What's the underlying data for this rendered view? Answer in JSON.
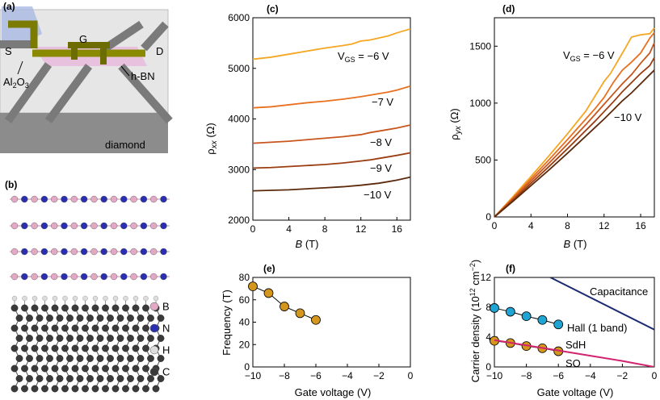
{
  "panels": {
    "a": {
      "label": "(a)",
      "labels": {
        "s": "S",
        "g": "G",
        "d": "D",
        "al2o3": "Al",
        "al2o3_sub": "2",
        "al2o3_tail": "O",
        "al2o3_sub2": "3",
        "hbn": "h-BN",
        "diamond": "diamond"
      }
    },
    "b": {
      "label": "(b)",
      "legend": [
        "B",
        "N",
        "H",
        "C"
      ]
    }
  },
  "colors": {
    "m6": "#f5a623",
    "m7": "#e8701e",
    "m8": "#c8561c",
    "m9": "#9a3e12",
    "m10": "#5b2a0c",
    "sdh": "#d4961c",
    "hall": "#1ea5d4",
    "so": "#d2246e",
    "cap": "#1b2a6b",
    "boron": "#e3a8c4",
    "nitrogen": "#2a2fb0",
    "hydrogen": "#dddddd",
    "carbon": "#3a3a3a"
  },
  "chart_data": [
    {
      "id": "c",
      "panel_label": "(c)",
      "type": "line",
      "xlabel": "B",
      "xlabel_unit": "(T)",
      "ylabel": "ρxx (Ω)",
      "xlim": [
        0,
        17.5
      ],
      "ylim": [
        2000,
        6000
      ],
      "xticks": [
        "0",
        "4",
        "8",
        "12",
        "16"
      ],
      "yticks": [
        "2000",
        "3000",
        "4000",
        "5000",
        "6000"
      ],
      "series": [
        {
          "name": "VGS = −6 V",
          "label_main": "V",
          "label_sub": "GS",
          "label_tail": " = −6 V",
          "x": [
            0,
            2,
            4,
            6,
            8,
            10,
            11,
            12,
            13,
            14,
            15,
            16,
            17.5
          ],
          "y": [
            5180,
            5220,
            5280,
            5340,
            5400,
            5450,
            5480,
            5540,
            5560,
            5600,
            5640,
            5700,
            5780
          ]
        },
        {
          "name": "−7 V",
          "x": [
            0,
            2,
            4,
            6,
            8,
            10,
            12,
            13,
            14,
            15,
            16,
            17.5
          ],
          "y": [
            4220,
            4240,
            4280,
            4320,
            4350,
            4390,
            4440,
            4470,
            4500,
            4530,
            4570,
            4650
          ]
        },
        {
          "name": "−8 V",
          "x": [
            0,
            2,
            4,
            6,
            8,
            10,
            12,
            13,
            14,
            15,
            16,
            17.5
          ],
          "y": [
            3520,
            3540,
            3560,
            3590,
            3620,
            3650,
            3690,
            3730,
            3760,
            3790,
            3820,
            3880
          ]
        },
        {
          "name": "−9 V",
          "x": [
            0,
            2,
            4,
            6,
            8,
            10,
            12,
            13,
            14,
            15,
            16,
            17.5
          ],
          "y": [
            3030,
            3040,
            3060,
            3080,
            3100,
            3130,
            3170,
            3190,
            3220,
            3250,
            3280,
            3330
          ]
        },
        {
          "name": "−10 V",
          "x": [
            0,
            2,
            4,
            6,
            8,
            10,
            12,
            13,
            14,
            15,
            16,
            17.5
          ],
          "y": [
            2580,
            2590,
            2600,
            2620,
            2640,
            2660,
            2690,
            2710,
            2730,
            2760,
            2790,
            2850
          ]
        }
      ]
    },
    {
      "id": "d",
      "panel_label": "(d)",
      "type": "line",
      "xlabel": "B",
      "xlabel_unit": "(T)",
      "ylabel": "ρyx (Ω)",
      "xlim": [
        0,
        17.5
      ],
      "ylim": [
        0,
        1750
      ],
      "xticks": [
        "0",
        "4",
        "8",
        "12",
        "16"
      ],
      "yticks": [
        "0",
        "500",
        "1000",
        "1500"
      ],
      "series": [
        {
          "name": "VGS = −6 V",
          "label_main": "V",
          "label_sub": "GS",
          "label_tail": " = −6 V",
          "x": [
            0,
            2,
            4,
            6,
            8,
            10,
            11,
            12,
            12.7,
            13.5,
            14.3,
            15,
            16,
            17,
            17.5
          ],
          "y": [
            0,
            175,
            355,
            540,
            730,
            930,
            1060,
            1190,
            1260,
            1370,
            1480,
            1580,
            1600,
            1610,
            1660
          ]
        },
        {
          "name": "−7 V",
          "x": [
            0,
            2,
            4,
            6,
            8,
            10,
            11,
            12,
            13,
            14,
            15,
            16,
            17,
            17.5
          ],
          "y": [
            0,
            165,
            335,
            505,
            680,
            860,
            950,
            1050,
            1180,
            1290,
            1360,
            1440,
            1570,
            1620
          ]
        },
        {
          "name": "−8 V",
          "x": [
            0,
            2,
            4,
            6,
            8,
            10,
            11,
            12,
            13,
            14,
            15,
            16,
            17,
            17.5
          ],
          "y": [
            0,
            155,
            315,
            475,
            640,
            810,
            900,
            990,
            1080,
            1170,
            1250,
            1350,
            1440,
            1530
          ]
        },
        {
          "name": "−9 V",
          "x": [
            0,
            2,
            4,
            6,
            8,
            10,
            11,
            12,
            13,
            14,
            15,
            16,
            17,
            17.5
          ],
          "y": [
            0,
            145,
            295,
            445,
            600,
            760,
            840,
            925,
            1010,
            1100,
            1180,
            1260,
            1330,
            1400
          ]
        },
        {
          "name": "−10 V",
          "x": [
            0,
            2,
            4,
            6,
            8,
            10,
            11,
            12,
            13,
            14,
            15,
            16,
            17,
            17.5
          ],
          "y": [
            0,
            135,
            275,
            415,
            560,
            710,
            785,
            860,
            940,
            1020,
            1090,
            1170,
            1250,
            1290
          ]
        }
      ]
    },
    {
      "id": "e",
      "panel_label": "(e)",
      "type": "scatter",
      "xlabel": "Gate voltage (V)",
      "ylabel": "Frequency (T)",
      "xlim": [
        -10,
        0
      ],
      "ylim": [
        0,
        80
      ],
      "xticks": [
        "−10",
        "−8",
        "−6",
        "−4",
        "−2",
        "0"
      ],
      "yticks": [
        "0",
        "20",
        "40",
        "60",
        "80"
      ],
      "series": [
        {
          "x": [
            -10,
            -9,
            -8,
            -7,
            -6
          ],
          "y": [
            72,
            66,
            54,
            48,
            42
          ]
        }
      ]
    },
    {
      "id": "f",
      "panel_label": "(f)",
      "type": "scatter",
      "xlabel": "Gate voltage (V)",
      "ylabel_main": "Carrier density (10",
      "ylabel_sup1": "12",
      "ylabel_mid": " cm",
      "ylabel_sup2": "−2",
      "ylabel_end": ")",
      "xlim": [
        -10,
        0
      ],
      "ylim": [
        0,
        12
      ],
      "xticks": [
        "−10",
        "−8",
        "−6",
        "−4",
        "−2",
        "0"
      ],
      "yticks": [
        "0",
        "4",
        "8",
        "12"
      ],
      "series": [
        {
          "name": "Capacitance",
          "type": "line",
          "x": [
            -6.5,
            0
          ],
          "y": [
            12,
            5.0
          ]
        },
        {
          "name": "Hall (1 band)",
          "type": "scatter",
          "x": [
            -10,
            -9,
            -8,
            -7,
            -6
          ],
          "y": [
            7.9,
            7.4,
            6.8,
            6.3,
            5.7
          ]
        },
        {
          "name": "SdH",
          "type": "scatter",
          "x": [
            -10,
            -9,
            -8,
            -7,
            -6
          ],
          "y": [
            3.5,
            3.2,
            2.8,
            2.5,
            2.1
          ]
        },
        {
          "name": "SO",
          "type": "line",
          "x": [
            -10,
            -6,
            -4,
            -2,
            0
          ],
          "y": [
            3.6,
            2.2,
            1.5,
            0.8,
            0
          ]
        }
      ]
    }
  ]
}
